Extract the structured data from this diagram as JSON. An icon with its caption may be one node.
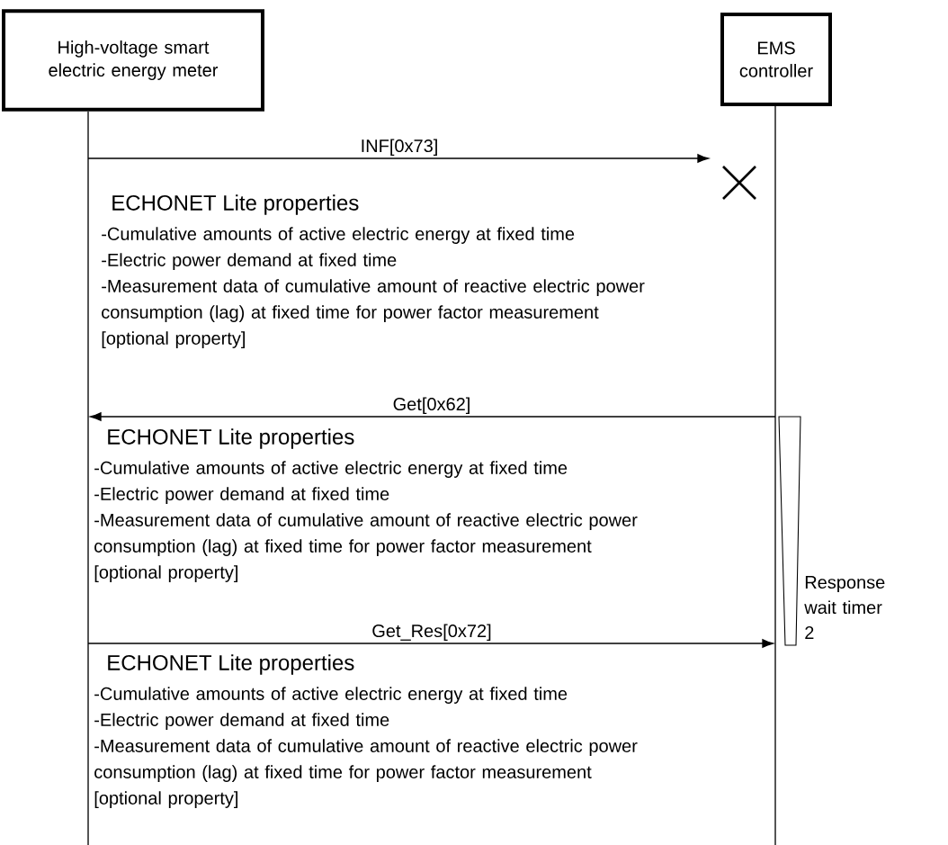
{
  "diagram": {
    "nodes": [
      {
        "text": [
          "High-voltage smart electric energy meter"
        ]
      },
      {
        "text": [
          "EMS controller"
        ]
      },
      {
        "text": [],
        "shape": "line"
      },
      {
        "text": [],
        "shape": "line"
      },
      {
        "text": [],
        "shape": "cross"
      },
      {
        "text": [],
        "shape": "bar",
        "beside": [
          "Response wait timer 2"
        ]
      }
    ],
    "edges": [
      {
        "from": 2,
        "to": 4,
        "arrow": "to",
        "label": "INF[0x73]"
      },
      {
        "from": 3,
        "to": 2,
        "arrow": "to",
        "label": "Get[0x62]"
      },
      {
        "from": 2,
        "to": 3,
        "arrow": "to",
        "label": "Get_Res[0x72]"
      }
    ],
    "labels": [
      "ECHONET Lite properties",
      "-Cumulative amounts of active electric energy at fixed time",
      "-Electric power demand at fixed time",
      "-Measurement data of cumulative amount of reactive electric power consumption (lag) at fixed time for power factor measurement [optional property]",
      "ECHONET Lite properties",
      "-Cumulative amounts of active electric energy at fixed time",
      "-Electric power demand at fixed time",
      "-Measurement data of cumulative amount of reactive electric power consumption (lag) at fixed time for power factor measurement [optional property]",
      "ECHONET Lite properties",
      "-Cumulative amounts of active electric energy at fixed time",
      "-Electric power demand at fixed time",
      "-Measurement data of cumulative amount of reactive electric power consumption (lag) at fixed time for power factor measurement [optional property]"
    ]
  }
}
